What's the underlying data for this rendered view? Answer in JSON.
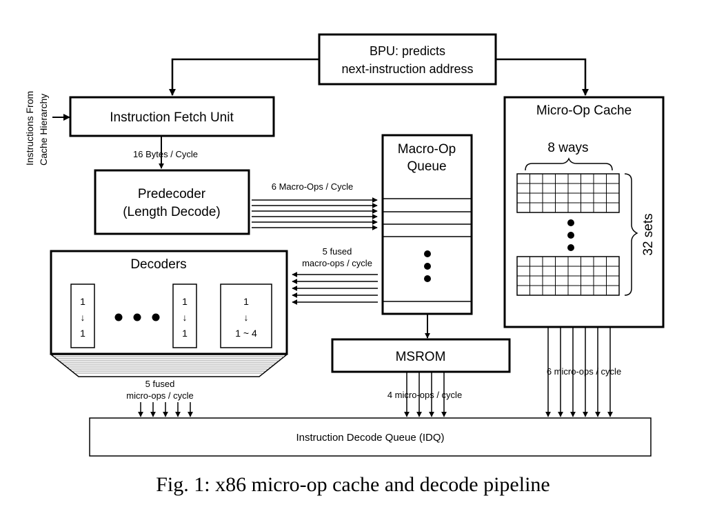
{
  "side_label": [
    "Instructions From",
    "Cache Hierarchy"
  ],
  "bpu": [
    "BPU: predicts",
    "next-instruction address"
  ],
  "fetch_unit": "Instruction Fetch Unit",
  "fetch_rate": "16 Bytes / Cycle",
  "predecoder": [
    "Predecoder",
    "(Length Decode)"
  ],
  "predecode_rate": "6 Macro-Ops / Cycle",
  "macro_op_queue": [
    "Macro-Op",
    "Queue"
  ],
  "macro_fused_rate": [
    "5 fused",
    "macro-ops / cycle"
  ],
  "decoders": {
    "title": "Decoders",
    "simple_1": [
      "1",
      "↓",
      "1"
    ],
    "simple_2": [
      "1",
      "↓",
      "1"
    ],
    "complex": [
      "1",
      "↓",
      "1 ~ 4"
    ]
  },
  "decoder_rate": [
    "5 fused",
    "micro-ops / cycle"
  ],
  "msrom": "MSROM",
  "msrom_rate": "4 micro-ops / cycle",
  "micro_op_cache": {
    "title": "Micro-Op Cache",
    "ways_label": "8 ways",
    "sets_label": "32 sets"
  },
  "uop_cache_rate": "6 micro-ops / cycle",
  "idq": "Instruction Decode Queue (IDQ)",
  "caption": "Fig. 1: x86 micro-op cache and decode pipeline"
}
